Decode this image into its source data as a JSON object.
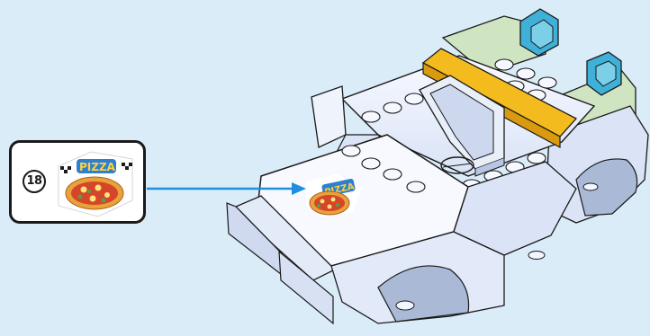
{
  "instruction": {
    "step_number": "18",
    "sticker_text": "PIZZA"
  },
  "colors": {
    "background": "#d9ecf8",
    "arrow": "#1e8fe0",
    "car_body": "#f2f6ff",
    "car_shadow": "#cfdaf0",
    "yellow_plate": "#f4bb1f",
    "green_mudguard": "#cfe5c1",
    "teal_seat": "#3fb1d8"
  },
  "icons": [
    "pizza-sticker-icon",
    "pizza-car-model",
    "placement-arrow"
  ]
}
